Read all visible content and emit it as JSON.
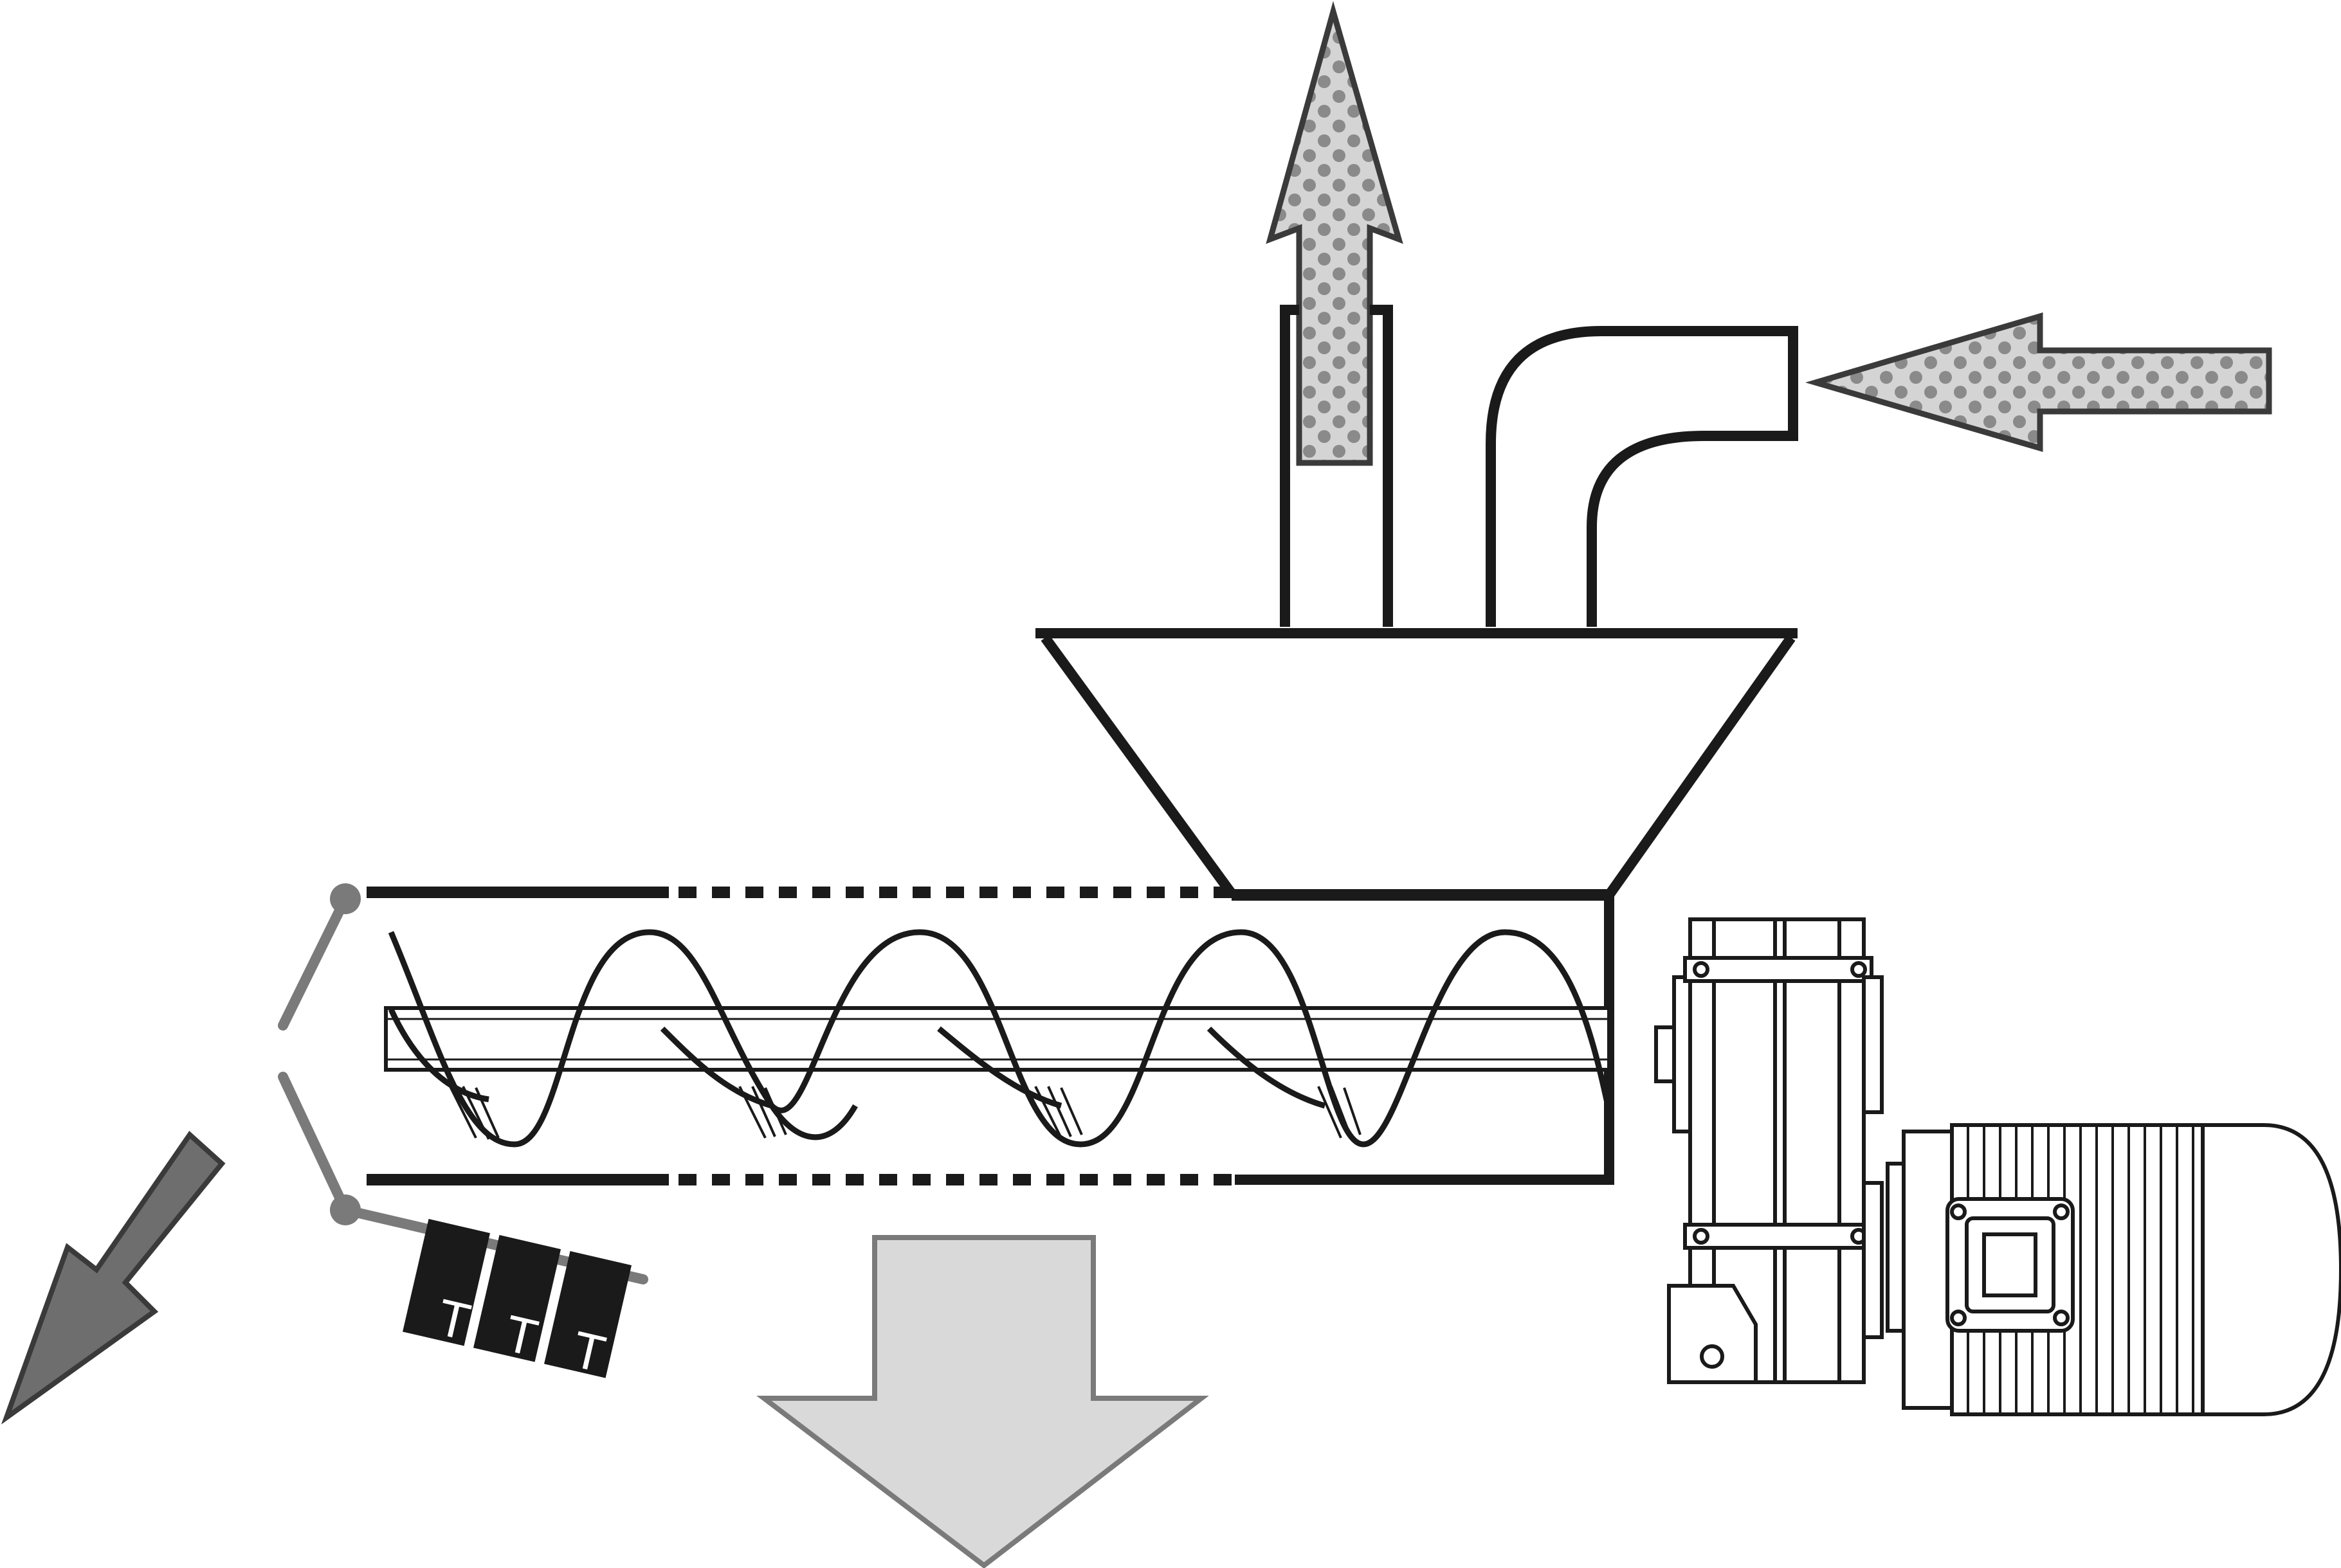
{
  "diagram": {
    "weights": {
      "labels": [
        "T",
        "T",
        "T"
      ]
    }
  },
  "colors": {
    "outline": "#1a1a1a",
    "dotted_arrow_fill": "#d4d4d4",
    "dots": "#8a8a8a",
    "outlet_arrow": "#6e6e6e",
    "discharge_arrow": "#d9d9d9",
    "flap": "#7a7a7a"
  }
}
